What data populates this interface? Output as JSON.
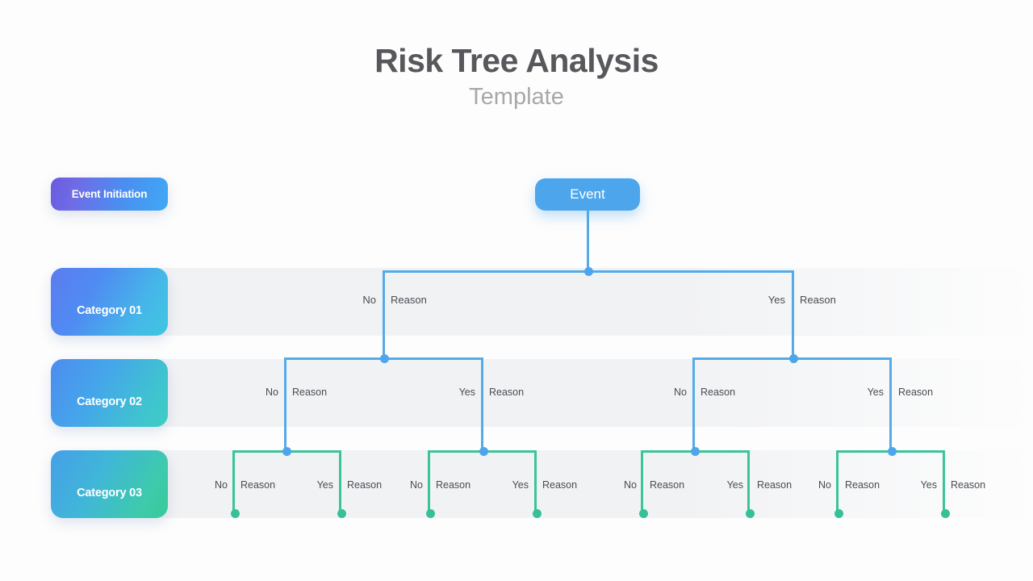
{
  "header": {
    "title": "Risk Tree Analysis",
    "subtitle": "Template"
  },
  "colors": {
    "title": "#58585c",
    "subtitle": "#a8a8ac",
    "event_node": "#4da6ec",
    "branch_blue": "#55aae8",
    "branch_green": "#3bc49b",
    "dot_blue": "#4da6ec",
    "dot_green": "#35c096",
    "band": "#f1f2f4",
    "label_text": "#4b4b53",
    "page_background": "#fdfdfd"
  },
  "left_rail": {
    "initiation_label": "Event Initiation",
    "categories": [
      {
        "label": "Category 01"
      },
      {
        "label": "Category 02"
      },
      {
        "label": "Category 03"
      }
    ]
  },
  "root": {
    "label": "Event"
  },
  "levels": [
    {
      "name": "Category 01",
      "branches": [
        {
          "decision": "No",
          "outcome": "Reason"
        },
        {
          "decision": "Yes",
          "outcome": "Reason"
        }
      ]
    },
    {
      "name": "Category 02",
      "branches": [
        {
          "decision": "No",
          "outcome": "Reason"
        },
        {
          "decision": "Yes",
          "outcome": "Reason"
        },
        {
          "decision": "No",
          "outcome": "Reason"
        },
        {
          "decision": "Yes",
          "outcome": "Reason"
        }
      ]
    },
    {
      "name": "Category 03",
      "branches": [
        {
          "decision": "No",
          "outcome": "Reason"
        },
        {
          "decision": "Yes",
          "outcome": "Reason"
        },
        {
          "decision": "No",
          "outcome": "Reason"
        },
        {
          "decision": "Yes",
          "outcome": "Reason"
        },
        {
          "decision": "No",
          "outcome": "Reason"
        },
        {
          "decision": "Yes",
          "outcome": "Reason"
        },
        {
          "decision": "No",
          "outcome": "Reason"
        },
        {
          "decision": "Yes",
          "outcome": "Reason"
        }
      ]
    }
  ]
}
